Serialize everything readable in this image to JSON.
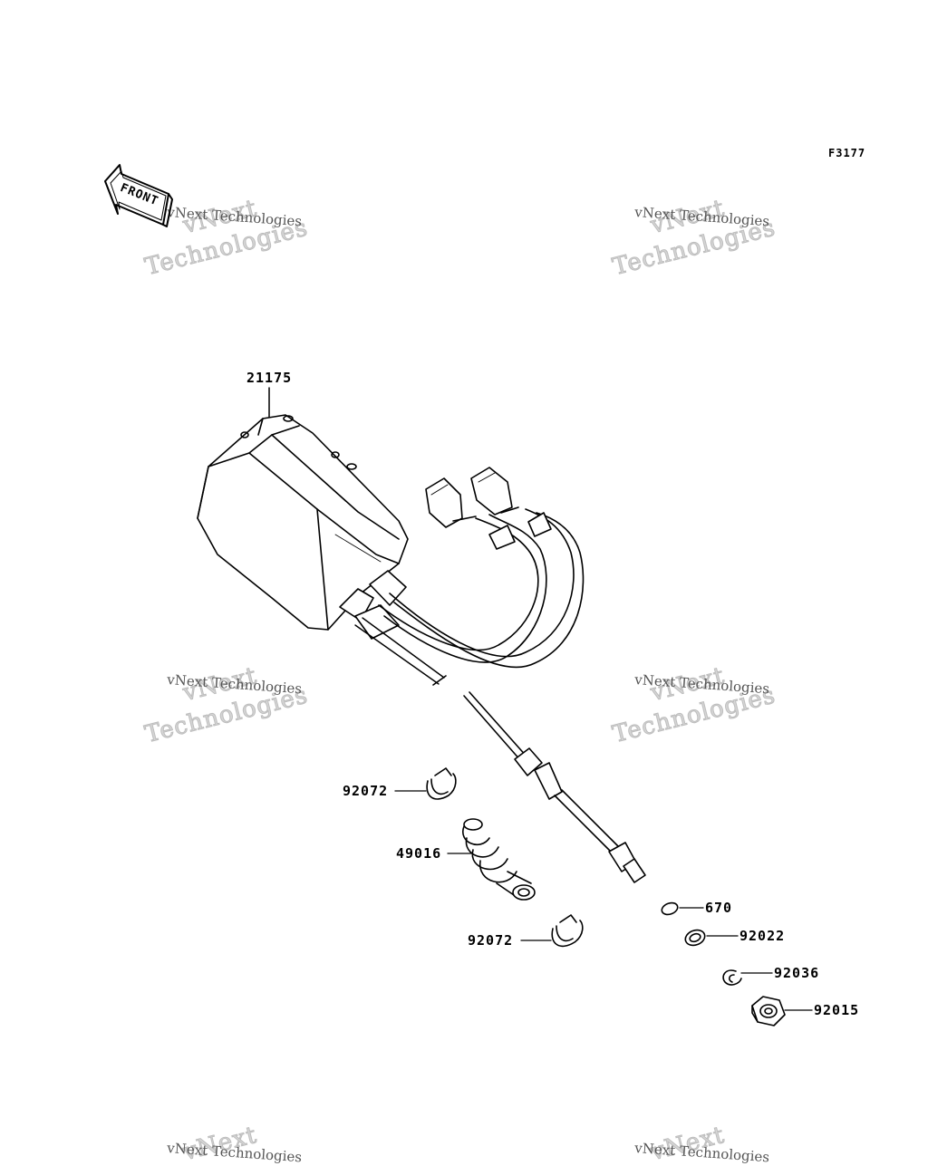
{
  "figure_code": "F3177",
  "front_label": "FRONT",
  "watermark": {
    "small": "vNext Technologies",
    "big_top": "vNext",
    "big_bottom": "Technologies"
  },
  "parts": [
    {
      "number": "21175"
    },
    {
      "number": "92072"
    },
    {
      "number": "49016"
    },
    {
      "number": "92072"
    },
    {
      "number": "670"
    },
    {
      "number": "92022"
    },
    {
      "number": "92036"
    },
    {
      "number": "92015"
    }
  ]
}
